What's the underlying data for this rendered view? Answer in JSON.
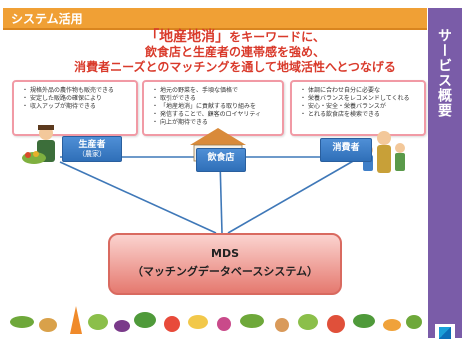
{
  "header": {
    "title": "システム活用"
  },
  "sidebar": {
    "title": "サービス概要"
  },
  "headline": {
    "line1_keyword": "「地産地消」",
    "line1_rest": "をキーワードに、",
    "line2": "飲食店と生産者の連帯感を強め、",
    "line3": "消費者ニーズとのマッチングを通して地域活性へとつなげる"
  },
  "bubbles": {
    "producer": [
      "規格外品の農作物も販売できる",
      "安定した販路の確保により",
      "収入アップが期待できる"
    ],
    "restaurant": [
      "地元の野菜を、手頃な価格で",
      "取引ができる",
      "「地産地消」に貢献する取り組みを",
      "発信することで、顧客のロイヤリティ",
      "向上が期待できる"
    ],
    "consumer": [
      "体調に合わせ自分に必要な",
      "栄養バランスをレコメンドしてくれる",
      "安心・安全・栄養バランスが",
      "とれる飲食店を検索できる"
    ]
  },
  "actors": {
    "producer": "生産者",
    "producer_sub": "（農家）",
    "restaurant": "飲食店",
    "consumer": "消費者"
  },
  "mds": {
    "line1": "MDS",
    "line2": "（マッチングデータベースシステム）"
  },
  "colors": {
    "header": "#f0a035",
    "sidebar": "#7a5ca8",
    "headline": "#d93a2b",
    "bubble_border": "#f19aa5",
    "actor": "#3f7fc8",
    "connector": "#3f78b8",
    "mds": "#e5796f"
  },
  "icons": [
    "farmer-illustration",
    "restaurant-building-icon",
    "family-illustration",
    "vegetables-border"
  ]
}
